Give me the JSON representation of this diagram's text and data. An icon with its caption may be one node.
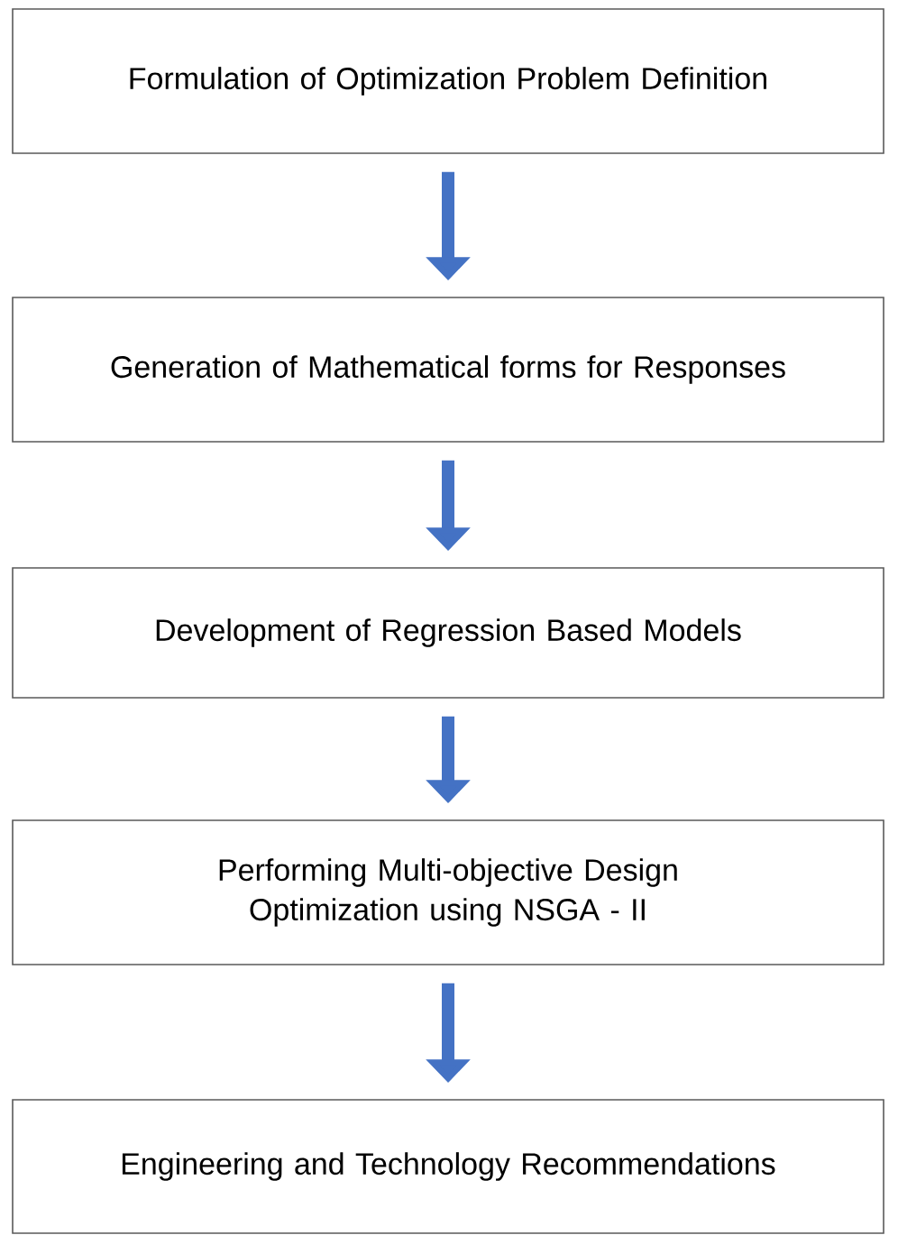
{
  "diagram": {
    "nodes": [
      {
        "text": [
          "Formulation of Optimization Problem Definition"
        ]
      },
      {
        "text": [
          "Generation of Mathematical forms for Responses"
        ]
      },
      {
        "text": [
          "Development of Regression Based Models"
        ]
      },
      {
        "text": [
          "Performing Multi-objective Design Optimization using NSGA - II"
        ]
      },
      {
        "text": [
          "Engineering and Technology Recommendations"
        ]
      }
    ],
    "edges": [
      {
        "from": 0,
        "to": 1,
        "arrow": "to"
      },
      {
        "from": 1,
        "to": 2,
        "arrow": "to"
      },
      {
        "from": 2,
        "to": 3,
        "arrow": "to"
      },
      {
        "from": 3,
        "to": 4,
        "arrow": "to"
      }
    ]
  }
}
